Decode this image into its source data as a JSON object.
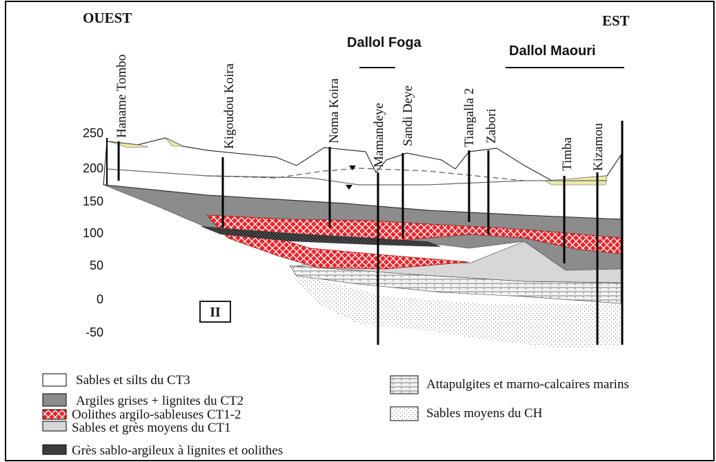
{
  "header": {
    "west": "OUEST",
    "east": "EST",
    "region_foga": "Dallol Foga",
    "region_maouri": "Dallol Maouri"
  },
  "section_label": "II",
  "y_axis_ticks": [
    "250",
    "200",
    "150",
    "100",
    "50",
    "0",
    "-50"
  ],
  "wells": [
    "Haname Tombo",
    "Kigoudou Koira",
    "Noma Koira",
    "Mamandeye",
    "Sandi Deye",
    "Tiangalla 2",
    "Zabori",
    "Timba",
    "Kizamou"
  ],
  "legend": {
    "left": [
      "Sables et silts du CT3",
      "Argiles grises + lignites du CT2",
      "Oolithes argilo-sableuses CT1-2",
      "Sables et grès moyens du CT1",
      "Grès sablo-argileux à lignites et oolithes"
    ],
    "right": [
      "Attapulgites et marno-calcaires marins",
      "Sables moyens du CH"
    ]
  },
  "colors": {
    "ct3": "#ffffff",
    "ct2": "#8c8c8c",
    "oolithes": "#e8252b",
    "ct1": "#d7d7d7",
    "gres": "#3a3a3a",
    "attapulgites": "#eeeeee",
    "ch": "#f2f2f2",
    "topsoil": "#ece9a8"
  }
}
